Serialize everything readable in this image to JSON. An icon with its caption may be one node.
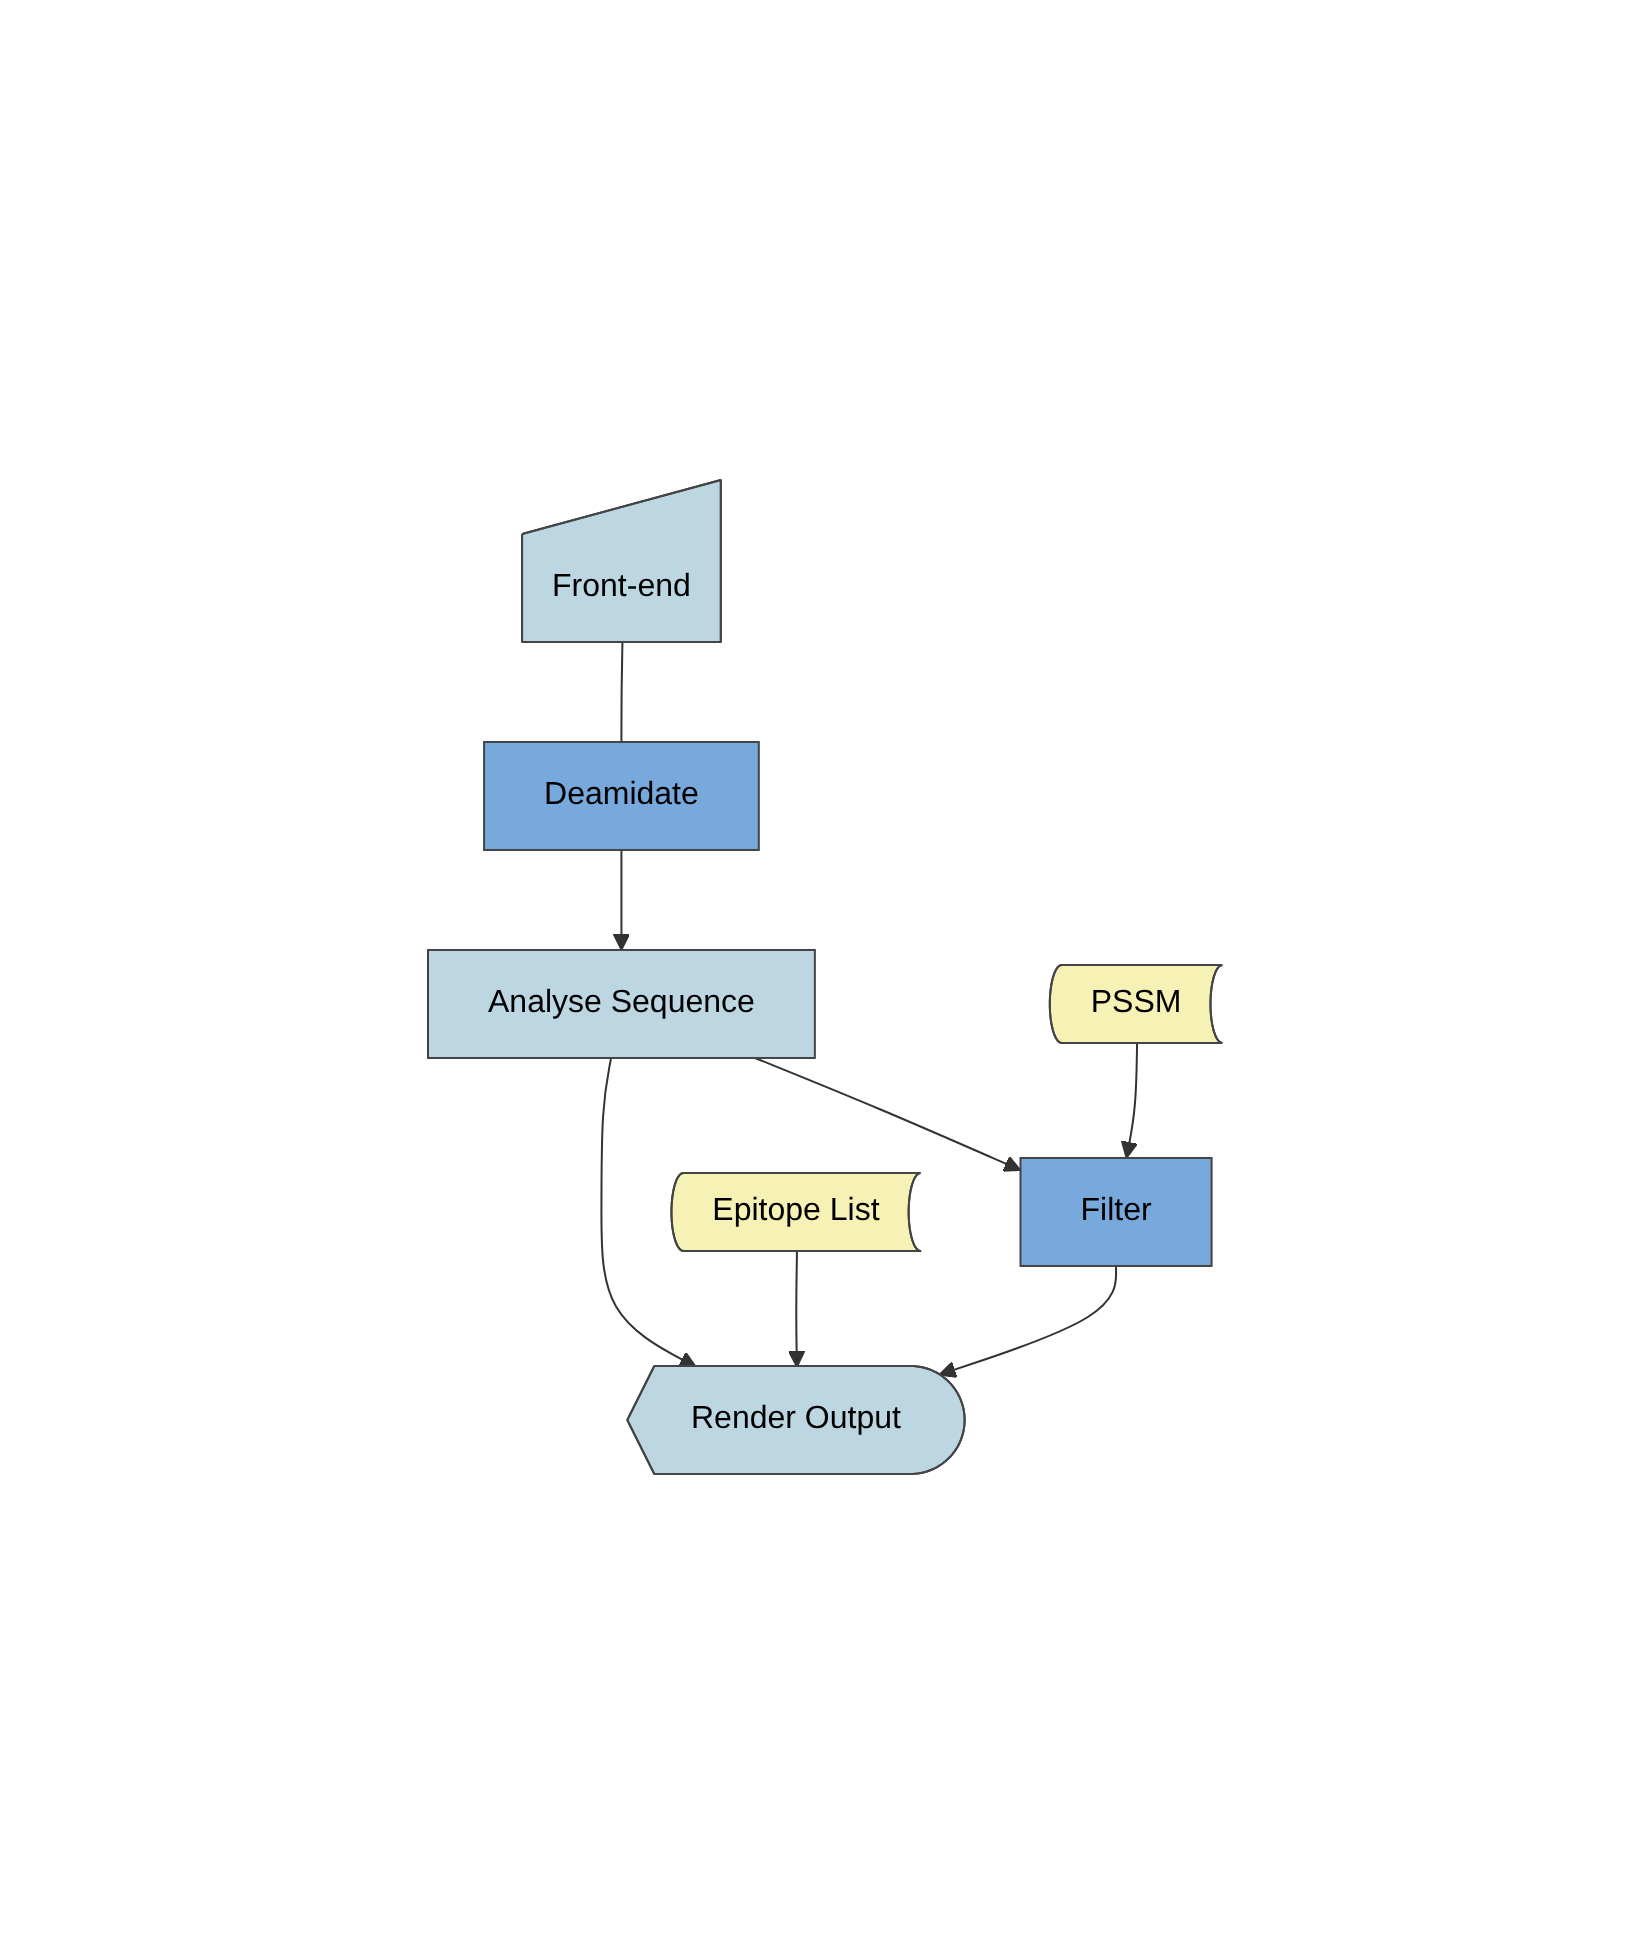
{
  "diagram": {
    "nodes": [
      {
        "text": [
          "Front-end"
        ]
      },
      {
        "text": [
          "Deamidate"
        ]
      },
      {
        "text": [
          "Analyse Sequence"
        ]
      },
      {
        "text": [
          "PSSM"
        ]
      },
      {
        "text": [
          "Epitope List"
        ]
      },
      {
        "text": [
          "Filter"
        ]
      },
      {
        "text": [
          "Render Output"
        ]
      }
    ],
    "edges": [
      {
        "from": 0,
        "to": 1,
        "arrow": "none"
      },
      {
        "from": 1,
        "to": 2,
        "arrow": "to"
      },
      {
        "from": 2,
        "to": 5,
        "arrow": "to"
      },
      {
        "from": 3,
        "to": 5,
        "arrow": "to"
      },
      {
        "from": 2,
        "to": 6,
        "arrow": "to"
      },
      {
        "from": 4,
        "to": 6,
        "arrow": "to"
      },
      {
        "from": 5,
        "to": 6,
        "arrow": "to"
      }
    ]
  }
}
